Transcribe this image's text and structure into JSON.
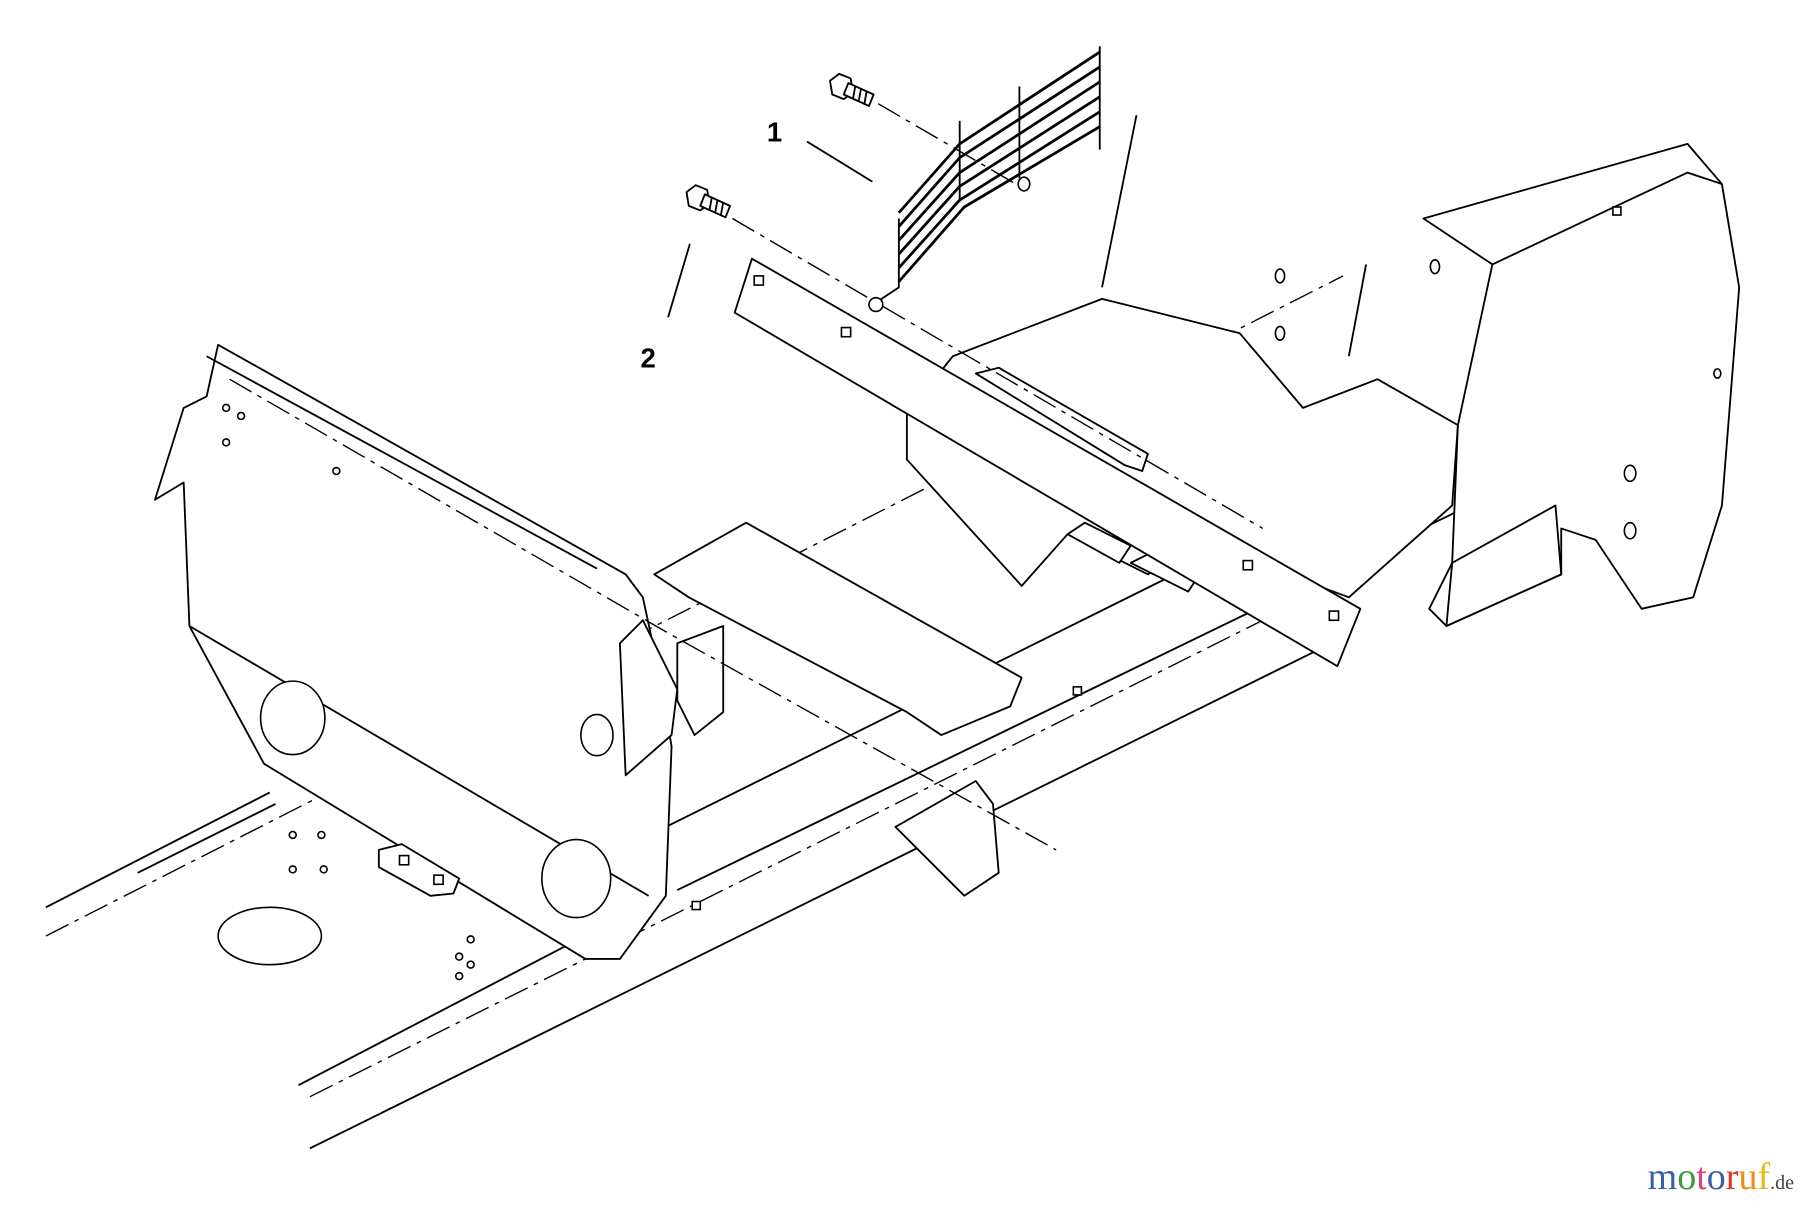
{
  "diagram": {
    "callouts": [
      {
        "number": "1",
        "part": "grille"
      },
      {
        "number": "2",
        "part": "bolt"
      }
    ]
  },
  "watermark": {
    "letters": [
      "m",
      "o",
      "t",
      "o",
      "r",
      "u",
      "f"
    ],
    "colors": [
      "#3a5fa8",
      "#3d9a3d",
      "#e0407a",
      "#3a5fa8",
      "#d8382c",
      "#f08a1c",
      "#e8b81c"
    ],
    "suffix": ".de"
  }
}
